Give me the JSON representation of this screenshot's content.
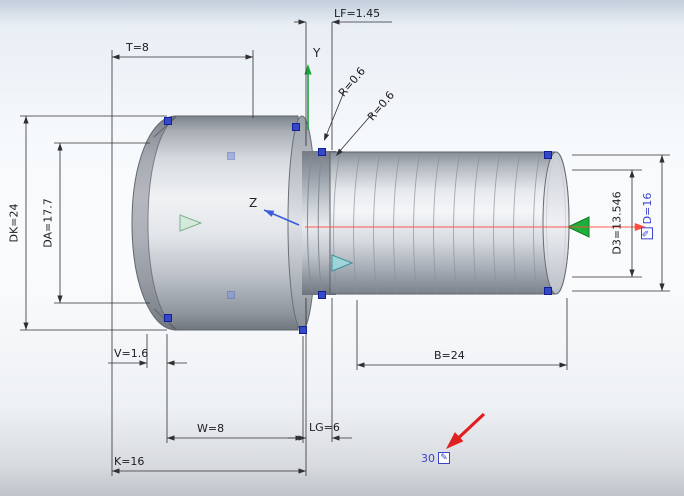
{
  "viewport": {
    "name": "cad-model-view"
  },
  "axes": {
    "y": "Y",
    "z": "Z"
  },
  "dims": {
    "lf": "LF=1.45",
    "t": "T=8",
    "r1": "R=0.6",
    "r2": "R=0.6",
    "dk": "DK=24",
    "da": "DA=17.7",
    "d3": "D3=13.546",
    "b": "B=24",
    "v": "V=1.6",
    "w": "W=8",
    "lg": "LG=6",
    "k": "K=16"
  },
  "params": {
    "d": "D=16",
    "angle": "30"
  },
  "icons": {
    "edit": "✎"
  },
  "colors": {
    "editable": "#3a44cc",
    "dimension": "#2f2f33",
    "axis_y": "#17a83a",
    "axis_z": "#3b5bdc",
    "axis_x": "#ff4a3c",
    "handle": "#3448c8",
    "annotation_arrow": "#e02020"
  }
}
